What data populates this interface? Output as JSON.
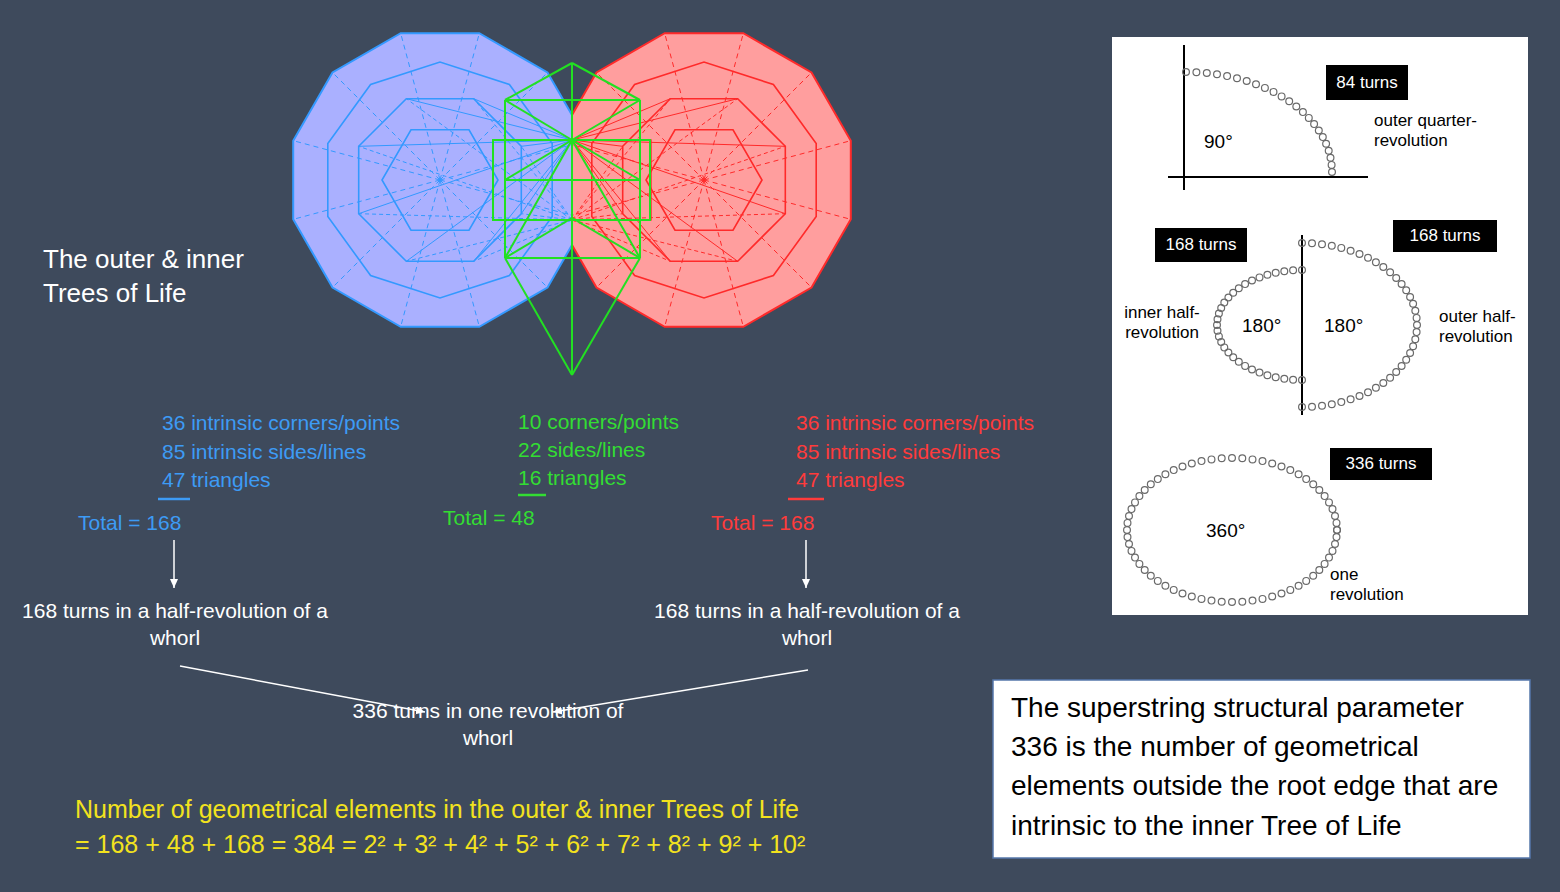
{
  "diagram": {
    "nodes": [
      {
        "text": [
          "90°",
          "outer quarter-revolution",
          "inner half-revolution",
          "180°",
          "180°",
          "outer half-revolution",
          "360°",
          "one revolution"
        ]
      },
      {
        "text": [
          "84 turns"
        ],
        "in": 0
      },
      {
        "text": [
          "168 turns"
        ],
        "in": 0
      },
      {
        "text": [
          "168 turns"
        ],
        "in": 0
      },
      {
        "text": [
          "336 turns"
        ],
        "in": 0
      },
      {
        "text": [
          "The superstring structural parameter 336 is the number of geometrical elements outside the root edge that are intrinsic to the inner Tree of Life"
        ]
      }
    ],
    "labels": [
      "The outer & inner Trees of Life",
      "36 intrinsic corners/points",
      "85 intrinsic sides/lines",
      "47 triangles",
      "Total = 168",
      "10 corners/points",
      "22 sides/lines",
      "16 triangles",
      "Total = 48",
      "36 intrinsic corners/points",
      "85 intrinsic sides/lines",
      "47 triangles",
      "Total = 168",
      "168 turns in a half-revolution of a whorl",
      "168 turns in a half-revolution of a whorl",
      "336 turns in one revolution of whorl",
      "Number of geometrical elements in the outer & inner Trees of Life",
      "= 168 + 48 + 168 = 384 = 2² + 3² + 4² + 5² + 6² + 7² + 8² + 9² + 10²"
    ]
  }
}
